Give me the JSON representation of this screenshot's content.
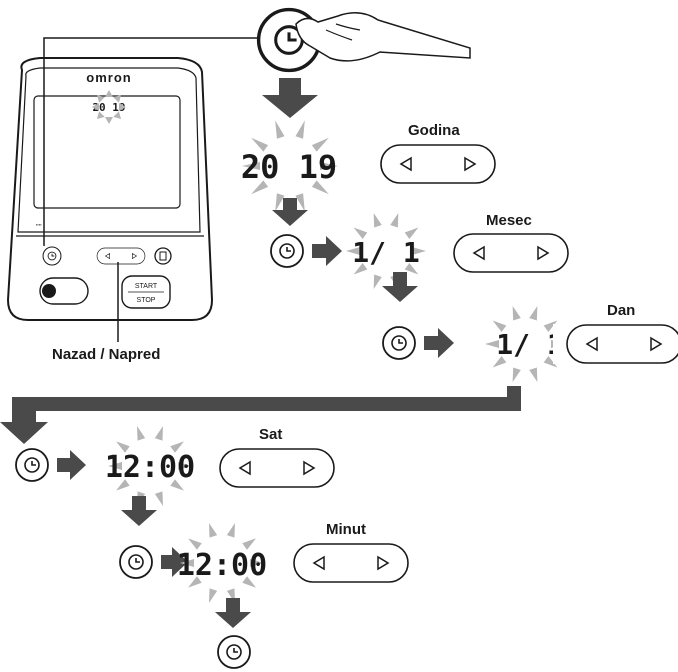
{
  "device": {
    "brand": "omron",
    "display_year": "20 19",
    "start_label": "START",
    "stop_label": "STOP"
  },
  "nav_caption": "Nazad / Napred",
  "steps": [
    {
      "label": "Godina",
      "display": "20 19"
    },
    {
      "label": "Mesec",
      "display": "1/ 1"
    },
    {
      "label": "Dan",
      "display": "1/ 1"
    },
    {
      "label": "Sat",
      "display": "12:00"
    },
    {
      "label": "Minut",
      "display": "12:00"
    }
  ],
  "icons": {
    "clock": "clock-icon",
    "left": "triangle-left-icon",
    "right": "triangle-right-icon",
    "arrow": "arrow-icon",
    "hand": "pointing-hand-icon"
  },
  "colors": {
    "ink": "#1a1a1a",
    "arrow": "#4a4a4a",
    "ray": "#b5b5b5"
  }
}
